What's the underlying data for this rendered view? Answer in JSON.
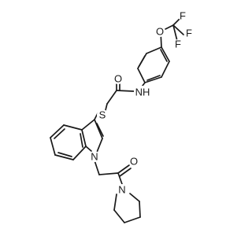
{
  "molecule": {
    "atoms": {
      "o_ether": "O",
      "f1": "F",
      "f2": "F",
      "f3": "F",
      "o_amide1": "O",
      "nh": "NH",
      "s": "S",
      "n_indole": "N",
      "o_amide2": "O",
      "n_pyrrolidine": "N"
    }
  }
}
